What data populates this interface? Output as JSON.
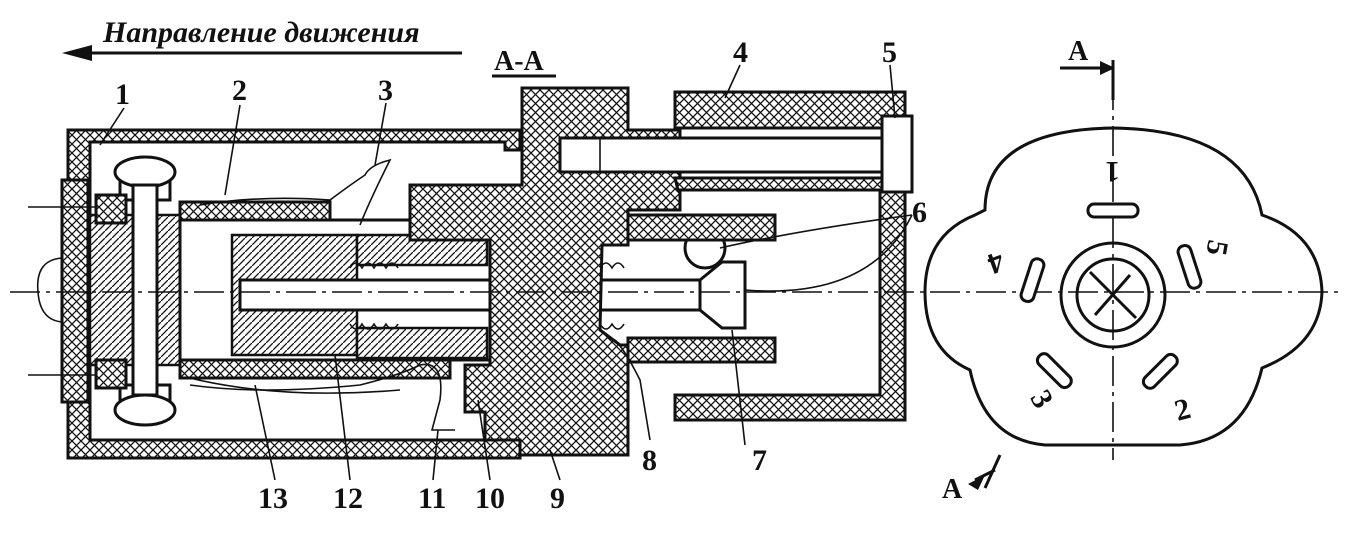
{
  "header": {
    "direction_label": "Направление движения",
    "section_label": "А-А"
  },
  "callouts": [
    "1",
    "2",
    "3",
    "4",
    "5",
    "6",
    "7",
    "8",
    "9",
    "10",
    "11",
    "12",
    "13"
  ],
  "end_view": {
    "section_mark_top": "А",
    "section_mark_bottom": "А",
    "contact_numbers": [
      "1",
      "2",
      "3",
      "4",
      "5"
    ]
  }
}
